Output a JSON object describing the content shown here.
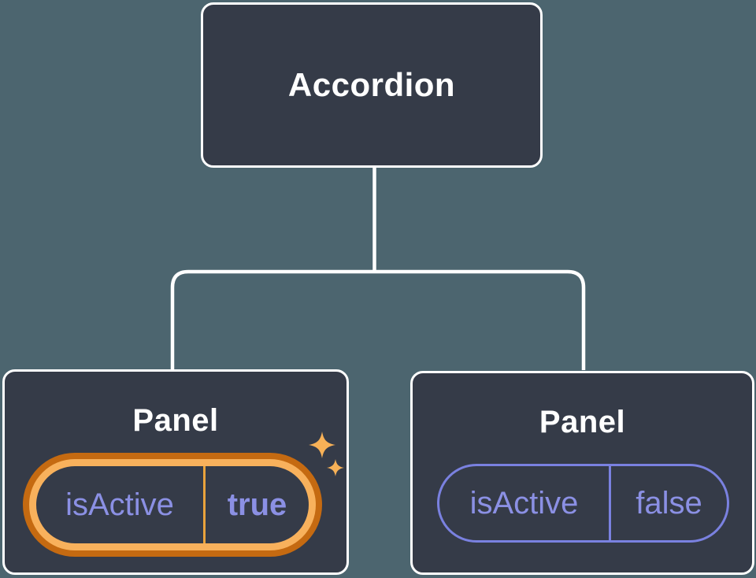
{
  "diagram": {
    "root": {
      "label": "Accordion"
    },
    "panels": [
      {
        "title": "Panel",
        "prop_name": "isActive",
        "prop_value": "true",
        "state": "active",
        "has_sparkles": true
      },
      {
        "title": "Panel",
        "prop_name": "isActive",
        "prop_value": "false",
        "state": "inactive",
        "has_sparkles": false
      }
    ],
    "colors": {
      "background": "#4c656f",
      "node_fill": "#353b48",
      "node_border": "#ffffff",
      "connector": "#ffffff",
      "prop_text": "#8b90e4",
      "inactive_pill_border": "#7a81e0",
      "highlight_ring_outer": "#c56a11",
      "highlight_ring_inner": "#f8b15c",
      "highlight_divider": "#eaa33c",
      "sparkle": "#f7b157"
    }
  }
}
